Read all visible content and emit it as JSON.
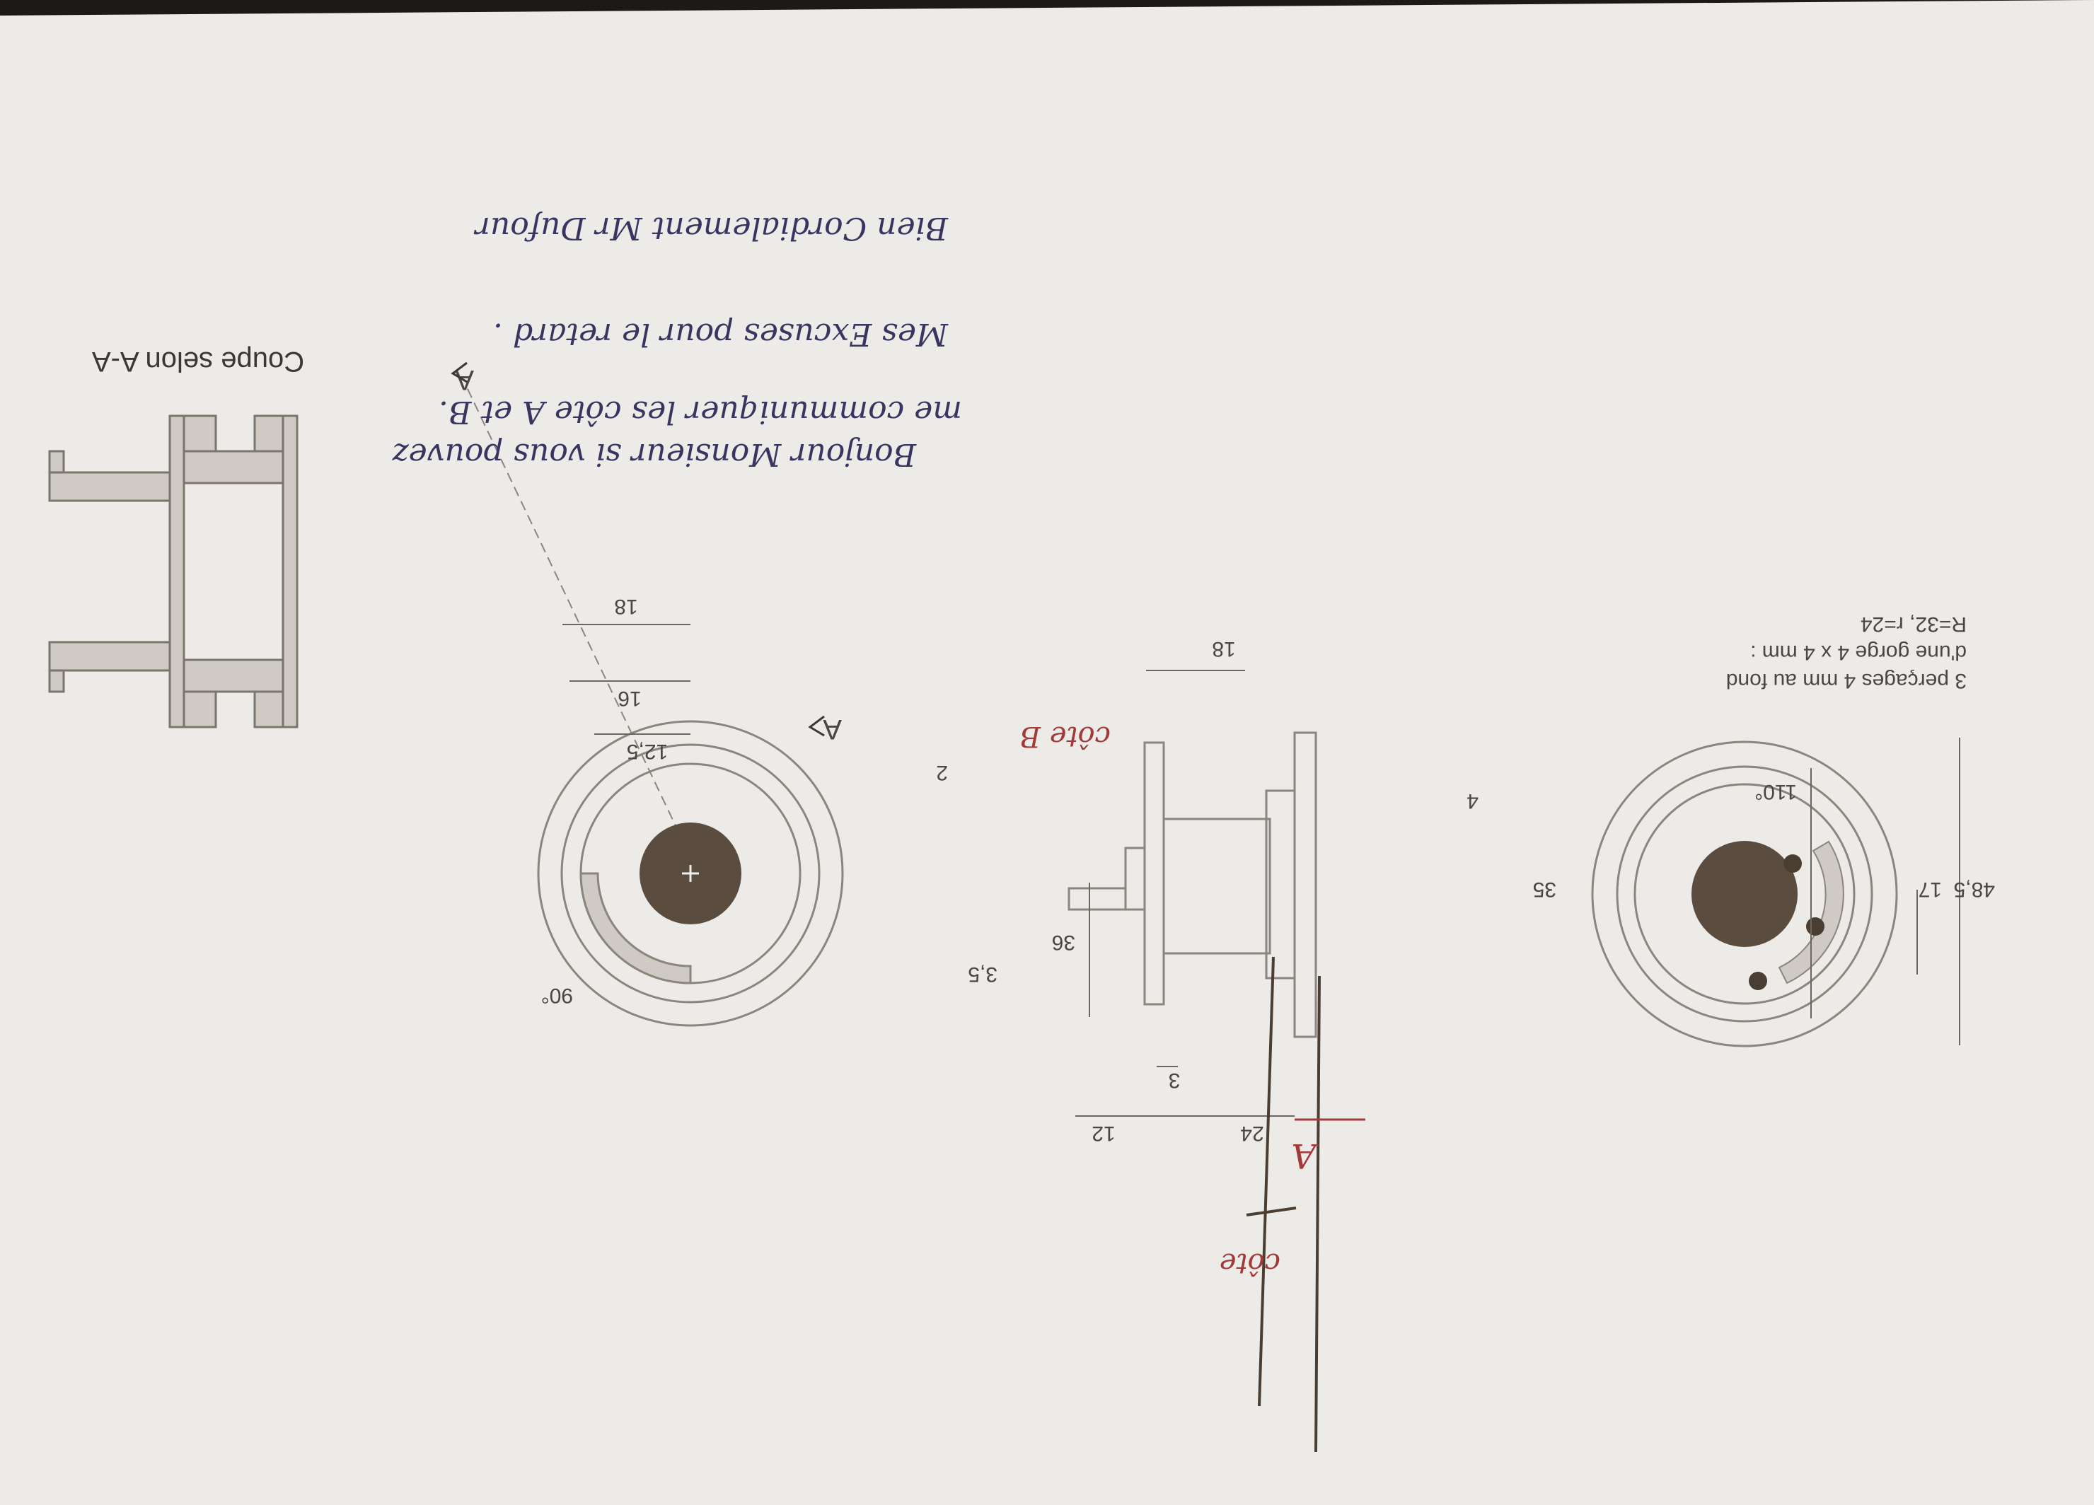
{
  "drawing": {
    "title": "Coupe selon A-A",
    "note": {
      "line1": "3 perçages 4 mm au fond",
      "line2": "d'une gorge 4 x 4 mm :",
      "line3": "R=32, r=24"
    },
    "section_markers": [
      "A",
      "A"
    ],
    "dimensions": {
      "d_48_5": "48,5",
      "d_17": "17",
      "d_35": "35",
      "d_4": "4",
      "d_2": "2",
      "d_36": "36",
      "d_3_5": "3,5",
      "d_110deg": "110°",
      "d_90deg": "90°",
      "d_18_side": "18",
      "d_12": "12",
      "d_24": "24",
      "d_3": "3",
      "d_12_5": "12,5",
      "d_16": "16",
      "d_18_front": "18"
    }
  },
  "handwriting": {
    "line1": "Bonjour Monsieur  si vous pouvez",
    "line2": "me communiquer les côte  A et B.",
    "line3": "Mes Excuses pour le retard .",
    "line4": "Bien Cordialement  Mr Dufour",
    "label_cote_a": "côte",
    "label_a": "A",
    "label_cote_b": "côte B"
  },
  "colors": {
    "paper": "#ecebe8",
    "line": "#6b675f",
    "fill_dark": "#5a4c3f",
    "fill_section": "#cfcbc4",
    "ink_handwriting": "#3a3560",
    "ink_red": "#a23a3a"
  }
}
